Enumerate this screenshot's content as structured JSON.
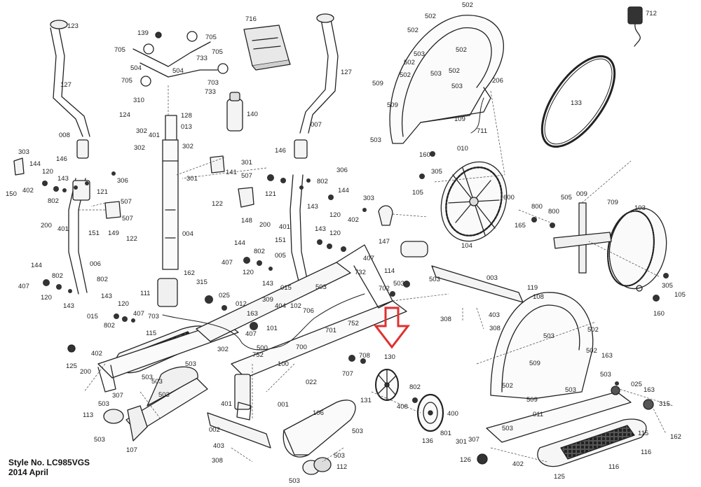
{
  "caption": {
    "style_no": "Style No. LC985VGS",
    "date": "2014 April"
  },
  "highlight": {
    "arrow_color": "#e03030"
  },
  "callouts": {
    "c123": "123",
    "c127a": "127",
    "c127b": "127",
    "c139": "139",
    "c705a": "705",
    "c705b": "705",
    "c705c": "705",
    "c705d": "705",
    "c716": "716",
    "c712": "712",
    "c502a": "502",
    "c502b": "502",
    "c502c": "502",
    "c502d": "502",
    "c502e": "502",
    "c502f": "502",
    "c502g": "502",
    "c502h": "502",
    "c502i": "502",
    "c502j": "502",
    "c733a": "733",
    "c733b": "733",
    "c504a": "504",
    "c504b": "504",
    "c703a": "703",
    "c703b": "703",
    "c310": "310",
    "c124": "124",
    "c128": "128",
    "c013": "013",
    "c140": "140",
    "c008": "008",
    "c007": "007",
    "c303a": "303",
    "c303b": "303",
    "c146a": "146",
    "c146b": "146",
    "c302a": "302",
    "c302b": "302",
    "c302c": "302",
    "c302d": "302",
    "c401a": "401",
    "c401b": "401",
    "c401c": "401",
    "c401d": "401",
    "c144a": "144",
    "c144b": "144",
    "c144c": "144",
    "c144d": "144",
    "c120a": "120",
    "c120b": "120",
    "c120c": "120",
    "c120d": "120",
    "c120e": "120",
    "c120f": "120",
    "c306a": "306",
    "c306b": "306",
    "c150": "150",
    "c402a": "402",
    "c402b": "402",
    "c402c": "402",
    "c402d": "402",
    "c143a": "143",
    "c143b": "143",
    "c143c": "143",
    "c143d": "143",
    "c143e": "143",
    "c143f": "143",
    "c802a": "802",
    "c802b": "802",
    "c802c": "802",
    "c802d": "802",
    "c802e": "802",
    "c802f": "802",
    "c802g": "802",
    "c121a": "121",
    "c121b": "121",
    "c507a": "507",
    "c507b": "507",
    "c507c": "507",
    "c200a": "200",
    "c200b": "200",
    "c200c": "200",
    "c149": "149",
    "c122a": "122",
    "c122b": "122",
    "c151a": "151",
    "c151b": "151",
    "c148": "148",
    "c147": "147",
    "c004": "004",
    "c006": "006",
    "c005": "005",
    "c301a": "301",
    "c301b": "301",
    "c141": "141",
    "c407a": "407",
    "c407b": "407",
    "c407c": "407",
    "c407d": "407",
    "c407e": "407",
    "c015a": "015",
    "c015b": "015",
    "c162a": "162",
    "c162b": "162",
    "c315a": "315",
    "c315b": "315",
    "c025a": "025",
    "c025b": "025",
    "c012": "012",
    "c111": "111",
    "c163a": "163",
    "c163b": "163",
    "c163c": "163",
    "c309": "309",
    "c404": "404",
    "c102": "102",
    "c706": "706",
    "c101": "101",
    "c701": "701",
    "c752a": "752",
    "c752b": "752",
    "c732": "732",
    "c702": "702",
    "c114": "114",
    "c503a": "503",
    "c503b": "503",
    "c503c": "503",
    "c503d": "503",
    "c503e": "503",
    "c503f": "503",
    "c503g": "503",
    "c503h": "503",
    "c503i": "503",
    "c503j": "503",
    "c503k": "503",
    "c503l": "503",
    "c503m": "503",
    "c503n": "503",
    "c503o": "503",
    "c503p": "503",
    "c503q": "503",
    "c503r": "503",
    "c503s": "503",
    "c503t": "503",
    "c509a": "509",
    "c509b": "509",
    "c509c": "509",
    "c509d": "509",
    "c206": "206",
    "c109": "109",
    "c711": "711",
    "c133": "133",
    "c160a": "160",
    "c160b": "160",
    "c010": "010",
    "c305a": "305",
    "c305b": "305",
    "c105a": "105",
    "c105b": "105",
    "c600": "600",
    "c800a": "800",
    "c800b": "800",
    "c165": "165",
    "c505": "505",
    "c009": "009",
    "c709": "709",
    "c103": "103",
    "c104": "104",
    "c003": "003",
    "c119": "119",
    "c308a": "308",
    "c308b": "308",
    "c308c": "308",
    "c403a": "403",
    "c403b": "403",
    "c108": "108",
    "c115a": "115",
    "c115b": "115",
    "c125a": "125",
    "c125b": "125",
    "c700": "700",
    "c500": "500",
    "c100": "100",
    "c022": "022",
    "c707": "707",
    "c708": "708",
    "c130": "130",
    "c131": "131",
    "c408": "408",
    "c001": "001",
    "c002": "002",
    "c106": "106",
    "c112": "112",
    "c113": "113",
    "c107": "107",
    "c307a": "307",
    "c307b": "307",
    "c136": "136",
    "c400": "400",
    "c801": "801",
    "c301c": "301",
    "c011": "011",
    "c126": "126",
    "c116a": "116",
    "c116b": "116"
  }
}
